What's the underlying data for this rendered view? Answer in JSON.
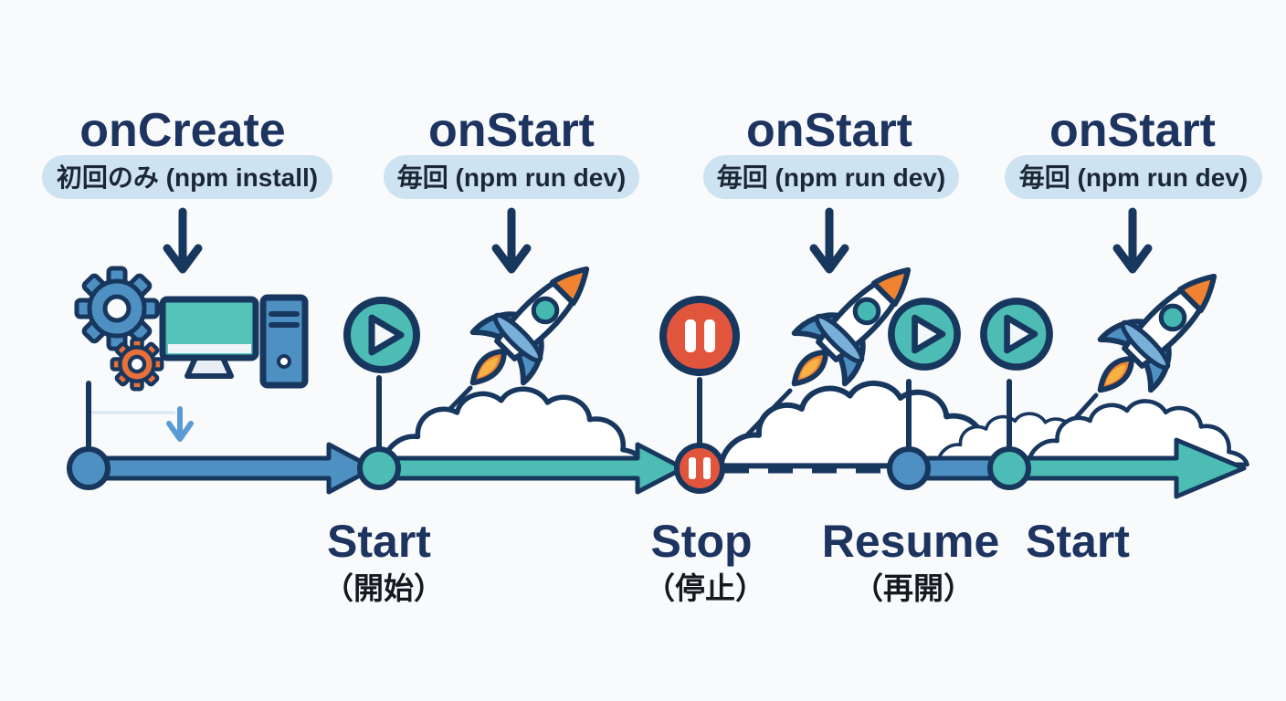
{
  "background_color": "#f9fafb",
  "palette": {
    "outline_navy": "#17375e",
    "heading_navy": "#1d3461",
    "timeline_blue": "#4e90c2",
    "timeline_teal": "#4cbcb4",
    "rocket_orange": "#ef8332",
    "flame_yellow": "#f7b246",
    "stop_red": "#e2553d",
    "badge_bg": "#cde3f1",
    "small_arrow_blue": "#5b9bd5",
    "screen_teal": "#53c3ba",
    "label_black": "#14181f"
  },
  "events": [
    {
      "label": "onCreate",
      "badge": "初回のみ (npm install)",
      "icons": [
        "gear-icon",
        "small-gear-icon",
        "computer-icon",
        "down-arrow-icon"
      ]
    },
    {
      "label": "onStart",
      "badge": "毎回 (npm run dev)",
      "icons": [
        "play-icon",
        "rocket-icon",
        "cloud-icon",
        "down-arrow-icon"
      ]
    },
    {
      "label": "onStart",
      "badge": "毎回 (npm run dev)",
      "icons": [
        "pause-icon",
        "rocket-icon",
        "play-icon",
        "cloud-icon",
        "down-arrow-icon"
      ]
    },
    {
      "label": "onStart",
      "badge": "毎回 (npm run dev)",
      "icons": [
        "play-icon",
        "rocket-icon",
        "cloud-icon",
        "down-arrow-icon"
      ]
    }
  ],
  "timeline": {
    "milestones": [
      {
        "en": "Start",
        "ja": "（開始）"
      },
      {
        "en": "Stop",
        "ja": "（停止）"
      },
      {
        "en": "Resume",
        "ja": "（再開）"
      },
      {
        "en": "Start",
        "ja": ""
      }
    ],
    "segments": [
      "solid-blue-arrow",
      "solid-teal-arrow",
      "dashed-pause-gap",
      "solid-blue-bar",
      "solid-teal-arrow"
    ]
  }
}
